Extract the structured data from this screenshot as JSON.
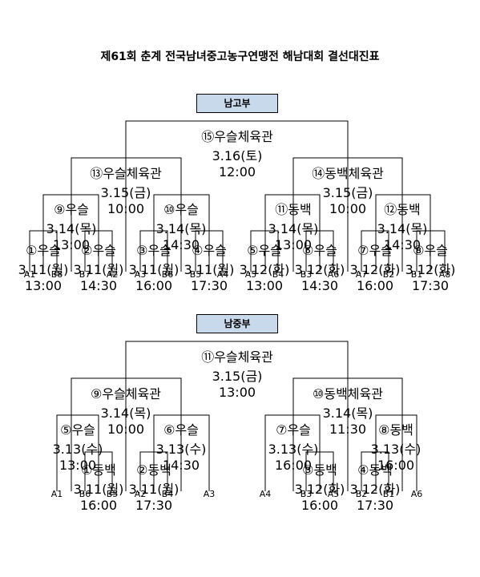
{
  "title": "제61회 춘계 전국남녀중고농구연맹전 해남대회 결선대진표",
  "divisions": [
    {
      "label": "남고부",
      "matches": {
        "final": {
          "venue": "⑮우슬체육관",
          "date": "3.16(토)",
          "time": "12:00"
        },
        "sf_left": {
          "venue": "⑬우슬체육관",
          "date": "3.15(금)",
          "time": "10:00"
        },
        "sf_right": {
          "venue": "⑭동백체육관",
          "date": "3.15(금)",
          "time": "10:00"
        },
        "qf1": {
          "venue": "⑨우슬",
          "date": "3.14(목)",
          "time": "13:00"
        },
        "qf2": {
          "venue": "⑩우슬",
          "date": "3.14(목)",
          "time": "14:30"
        },
        "qf3": {
          "venue": "⑪동백",
          "date": "3.14(목)",
          "time": "13:00"
        },
        "qf4": {
          "venue": "⑫동백",
          "date": "3.14(목)",
          "time": "14:30"
        },
        "r1": {
          "venue": "①우슬",
          "date": "3.11(월)",
          "time": "13:00"
        },
        "r2": {
          "venue": "②우슬",
          "date": "3.11(월)",
          "time": "14:30"
        },
        "r3": {
          "venue": "③우슬",
          "date": "3.11(월)",
          "time": "16:00"
        },
        "r4": {
          "venue": "④우슬",
          "date": "3.11(월)",
          "time": "17:30"
        },
        "r5": {
          "venue": "⑤우슬",
          "date": "3.12(화)",
          "time": "13:00"
        },
        "r6": {
          "venue": "⑥우슬",
          "date": "3.12(화)",
          "time": "14:30"
        },
        "r7": {
          "venue": "⑦우슬",
          "date": "3.12(화)",
          "time": "16:00"
        },
        "r8": {
          "venue": "⑧우슬",
          "date": "3.12(화)",
          "time": "17:30"
        }
      },
      "teams": [
        "A1",
        "B8",
        "B7",
        "A2",
        "A3",
        "B6",
        "B5",
        "A4",
        "A5",
        "B4",
        "B3",
        "A6",
        "A7",
        "B2",
        "B1",
        "A8"
      ]
    },
    {
      "label": "남중부",
      "matches": {
        "final": {
          "venue": "⑪우슬체육관",
          "date": "3.15(금)",
          "time": "13:00"
        },
        "sf_left": {
          "venue": "⑨우슬체육관",
          "date": "3.14(목)",
          "time": "10:00"
        },
        "sf_right": {
          "venue": "⑩동백체육관",
          "date": "3.14(목)",
          "time": "11:30"
        },
        "qf1": {
          "venue": "⑤우슬",
          "date": "3.13(수)",
          "time": "13:00"
        },
        "qf2": {
          "venue": "⑥우슬",
          "date": "3.13(수)",
          "time": "14:30"
        },
        "qf3": {
          "venue": "⑦우슬",
          "date": "3.13(수)",
          "time": "16:00"
        },
        "qf4": {
          "venue": "⑧동백",
          "date": "3.13(수)",
          "time": "16:00"
        },
        "r1": {
          "venue": "①동백",
          "date": "3.11(월)",
          "time": "16:00"
        },
        "r2": {
          "venue": "②동백",
          "date": "3.11(월)",
          "time": "17:30"
        },
        "r3": {
          "venue": "③동백",
          "date": "3.12(화)",
          "time": "16:00"
        },
        "r4": {
          "venue": "④동백",
          "date": "3.12(화)",
          "time": "17:30"
        }
      },
      "teams": [
        "A1",
        "B6",
        "B5",
        "A2",
        "B4",
        "A3",
        "A4",
        "B3",
        "A5",
        "B2",
        "B1",
        "A6"
      ]
    }
  ]
}
